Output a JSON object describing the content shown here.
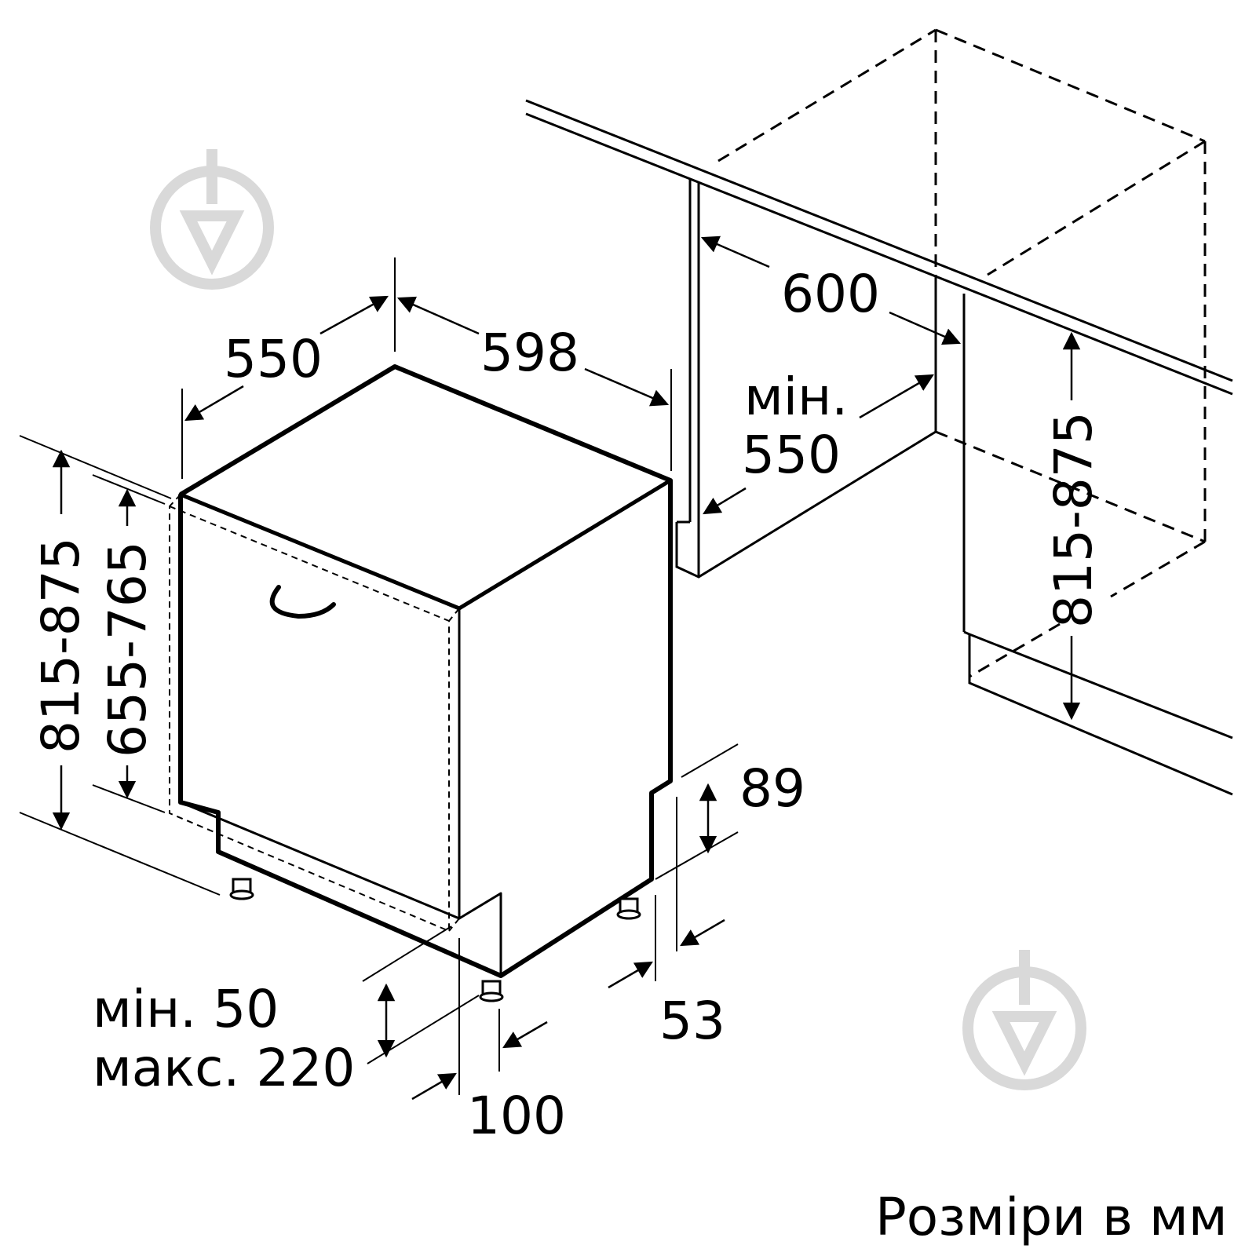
{
  "diagram": {
    "dimensions": {
      "depth": "550",
      "width": "598",
      "niche_width": "600",
      "niche_depth_line1": "мін.",
      "niche_depth_line2": "550",
      "height_total": "815-875",
      "height_body": "655-765",
      "niche_height": "815-875",
      "plinth_height": "89",
      "foot_offset": "53",
      "plinth_gap_line1": "мін. 50",
      "plinth_gap_line2": "макс. 220",
      "front_offset": "100"
    },
    "caption": "Розміри в мм",
    "colors": {
      "line": "#000000",
      "watermark": "#d9d9d9"
    },
    "icons": [
      "watermark-logo-icon",
      "watermark-logo-icon"
    ]
  }
}
